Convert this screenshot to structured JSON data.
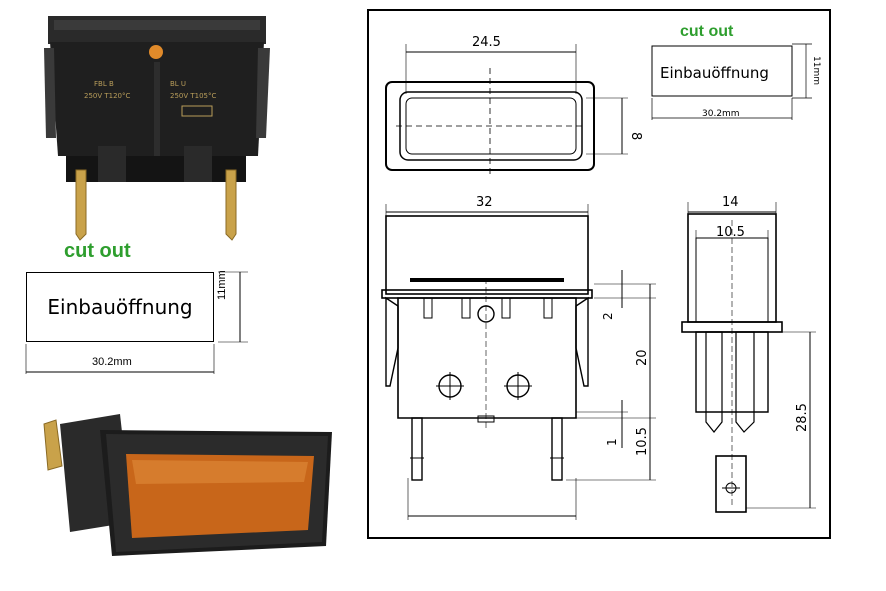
{
  "left_cutout": {
    "heading": "cut out",
    "box_text": "Einbauöffnung",
    "height_label": "11mm",
    "width_label": "30.2mm"
  },
  "photo_top": {
    "markings": [
      "FBL B",
      "250V T120°C",
      "BL U",
      "250V T105°C"
    ]
  },
  "drawing": {
    "cutout": {
      "heading": "cut out",
      "box_text": "Einbauöffnung",
      "height_label": "11mm",
      "width_label": "30.2mm"
    },
    "front_view": {
      "width_dim": "24.5",
      "height_dim": "8"
    },
    "side_view": {
      "width_dim": "32",
      "dim_2": "2",
      "dim_20": "20",
      "dim_1": "1",
      "dim_10_5": "10.5"
    },
    "end_view": {
      "width_dim": "14",
      "inner_width_dim": "10.5",
      "height_dim": "28.5"
    }
  },
  "colors": {
    "green_heading": "#2e9e2e",
    "amber_lens": "#c8661a",
    "housing": "#1e1e1e"
  }
}
